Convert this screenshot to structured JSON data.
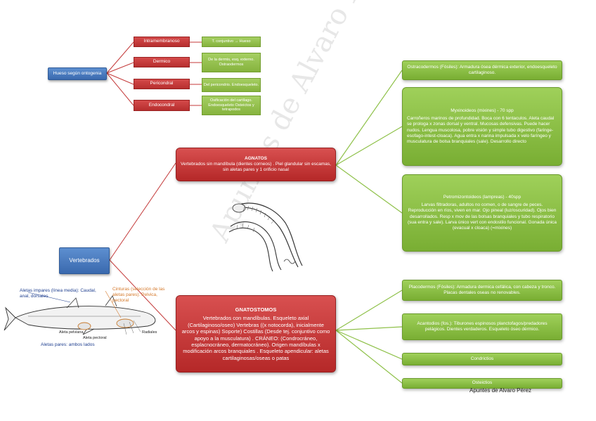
{
  "colors": {
    "blue": "#3a69ae",
    "red": "#b52828",
    "green": "#79ae33",
    "orange": "#d4782a",
    "navy": "#1f3f8f"
  },
  "ontogenia": {
    "root": "Hueso según ontogenia",
    "items": [
      {
        "name": "Intramembranoso",
        "detail": "T. conjuntivo → Hueso"
      },
      {
        "name": "Dermico",
        "detail": "De la dermis, esq. externo. Ostraodermos"
      },
      {
        "name": "Pericondral",
        "detail": "Del pericondrio. Endoesqueleto."
      },
      {
        "name": "Endocondral",
        "detail": "Osificación del cartílago. Endoesqueleto Osteictos y tetrapodos"
      }
    ]
  },
  "vertebrados": {
    "label": "Vertebrados"
  },
  "agnatos": {
    "title": "AGNATOS",
    "text": "Vertebrados sin mandíbula (dientes corneos) . Piel glandular sin escamas, sin aletas pares y 1 orificio nasal"
  },
  "gnatostomos": {
    "title": "GNATOSTOMOS",
    "text": "Vertebrados con mandíbulas. Esqueleto axial (Cartilaginoso/oseo) Vertebras ((x notocorda), inicialmente arcos y espinas) Soporte) Costillas (Desde tej. conjuntivo como apoyo a la musculatura) . CRÁNEO: (Condrocráneo, esplacnocráneo, dermatocráneo). Origen mandíbulas x modificación arcos branquiales . Esqueleto apendicular: aletas cartilaginosas/oseas o patas"
  },
  "agnatos_children": [
    {
      "title": "",
      "text": "Ostracodermos (Fósiles): Armadura ósea dérmica exterior, endoesqueleto cartilaginoso."
    },
    {
      "title": "Myxinoideos (mixines) - 70 spp",
      "text": "Carroñeros marinos de profundidad. Boca con 6 tentaculos. Aleta caudal se prologa x zonas dorsal y ventral. Mucosas defensivas. Puede hacer nudos. Lengua muscolosa, pobre visión y simple tubo digestivo (faringe-esofago-intest-cloaca). Agua entra x narina impulsada x velo faríngeo y musculatura de bolsa branquiales (sale). Desarrollo directo"
    },
    {
      "title": "Petromizontoideos (lampreas) - 40spp",
      "text": "Larvas filtradoras, adultos no comen, o de sangre de peces. Reproducción en ríos, viven en mar. Ojo pineal (luz/oscuridad). Ojos bien desarrollados. Resp x mov de las bolsas branquiales y tubo respiratorio (sua entra y sale). Larva único vert con endostilo funcional. Gonada única (evacual x cloaca) (=mixines)"
    }
  ],
  "gnatostomos_children": [
    {
      "text": "Placodermos (Fósiles): Armadura dermica cefálica, con cabeza y tronco. Placas dentales oseas no renovables."
    },
    {
      "text": "Acantodios (fos.): Tiburones espinosos planctofagos/predadores pelágicos. Dientes verdaderos. Esqueleto óseo dérmico."
    },
    {
      "text": "Condrictios"
    },
    {
      "text": "Osteictios"
    }
  ],
  "fish_diagram": {
    "labels": {
      "impares": "Aletas impares (línea media): Caudal, anal, dorsales",
      "cinturas": "Cinturas (selección de las aletas pares): Pelvica, pectoral",
      "pelviana": "Aleta pelviana",
      "pectoral": "Aleta pectoral",
      "radiales": "Radiales",
      "pares": "Aletas pares: ambos lados"
    }
  },
  "watermark": "Apuntes de Alvaro Pérez",
  "credit": "Apuntes de Alvaro Pérez"
}
